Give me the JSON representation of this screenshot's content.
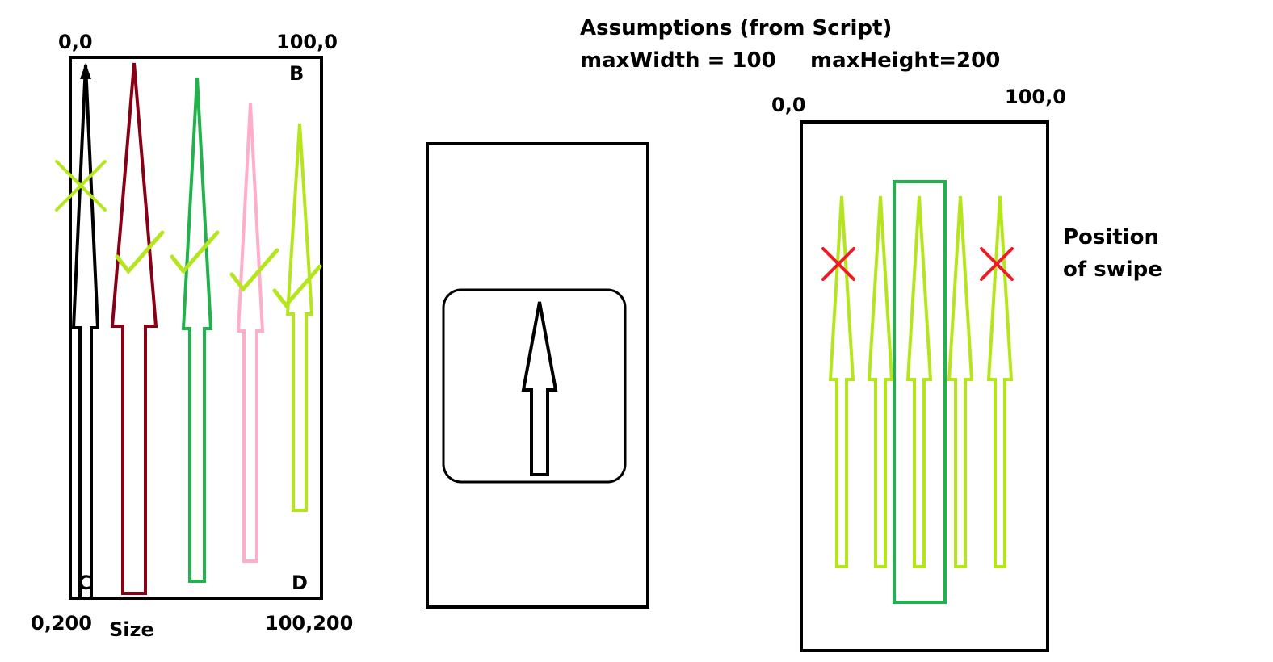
{
  "header": {
    "title": "Assumptions (from Script)",
    "max_width_label": "maxWidth = 100",
    "max_height_label": "maxHeight=200"
  },
  "left_panel": {
    "top_left": "0,0",
    "top_right": "100,0",
    "bottom_left": "0,200",
    "bottom_right": "100,200",
    "corner_b": "B",
    "corner_c": "C",
    "corner_d": "D",
    "caption": "Size",
    "arrows": [
      {
        "color": "#000000",
        "mark": "cross",
        "mark_color": "#b5e61d"
      },
      {
        "color": "#880015",
        "mark": "check",
        "mark_color": "#b5e61d"
      },
      {
        "color": "#22b14c",
        "mark": "check",
        "mark_color": "#b5e61d"
      },
      {
        "color": "#ffaec9",
        "mark": "check",
        "mark_color": "#b5e61d"
      },
      {
        "color": "#b5e61d",
        "mark": "check",
        "mark_color": "#b5e61d"
      }
    ]
  },
  "middle_panel": {
    "arrow_color": "#000000",
    "arrow_icon": "up-arrow-icon"
  },
  "right_panel": {
    "top_left": "0,0",
    "top_right": "100,0",
    "caption": "Position\nof swipe",
    "caption_line1": "Position",
    "caption_line2": "of swipe",
    "arrow_color": "#b5e61d",
    "highlight_color": "#22b14c",
    "cross_color": "#ed1c24",
    "arrows": [
      {
        "mark": "cross"
      },
      {
        "mark": "none"
      },
      {
        "mark": "highlight"
      },
      {
        "mark": "none"
      },
      {
        "mark": "cross"
      }
    ]
  }
}
